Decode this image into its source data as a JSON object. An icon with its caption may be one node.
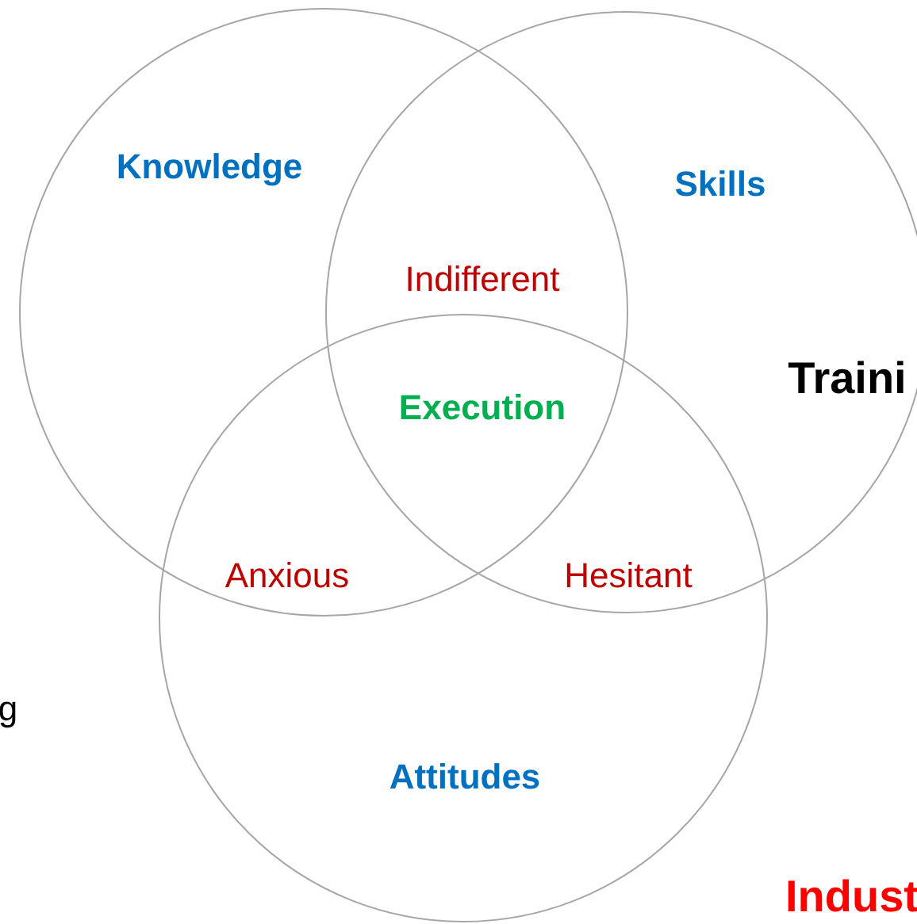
{
  "diagram": {
    "nodes": [
      {
        "text": [
          "Knowledge"
        ]
      },
      {
        "text": [
          "Skills"
        ]
      },
      {
        "text": [
          "Attitudes"
        ]
      }
    ],
    "labels": [
      "Indifferent",
      "Execution",
      "Anxious",
      "Hesitant",
      "Traini",
      "g",
      "Indust"
    ]
  }
}
